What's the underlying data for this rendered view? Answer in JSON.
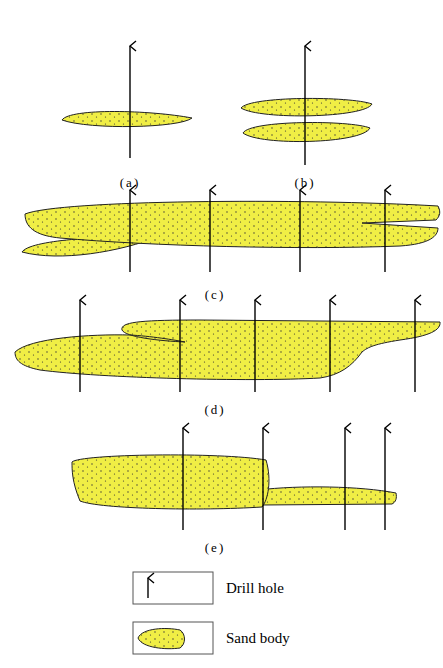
{
  "diagram": {
    "labels": [
      "(a)",
      "(b)",
      "(c)",
      "(d)",
      "(e)"
    ],
    "legend": [
      {
        "text": "Drill hole"
      },
      {
        "text": "Sand body"
      }
    ]
  }
}
